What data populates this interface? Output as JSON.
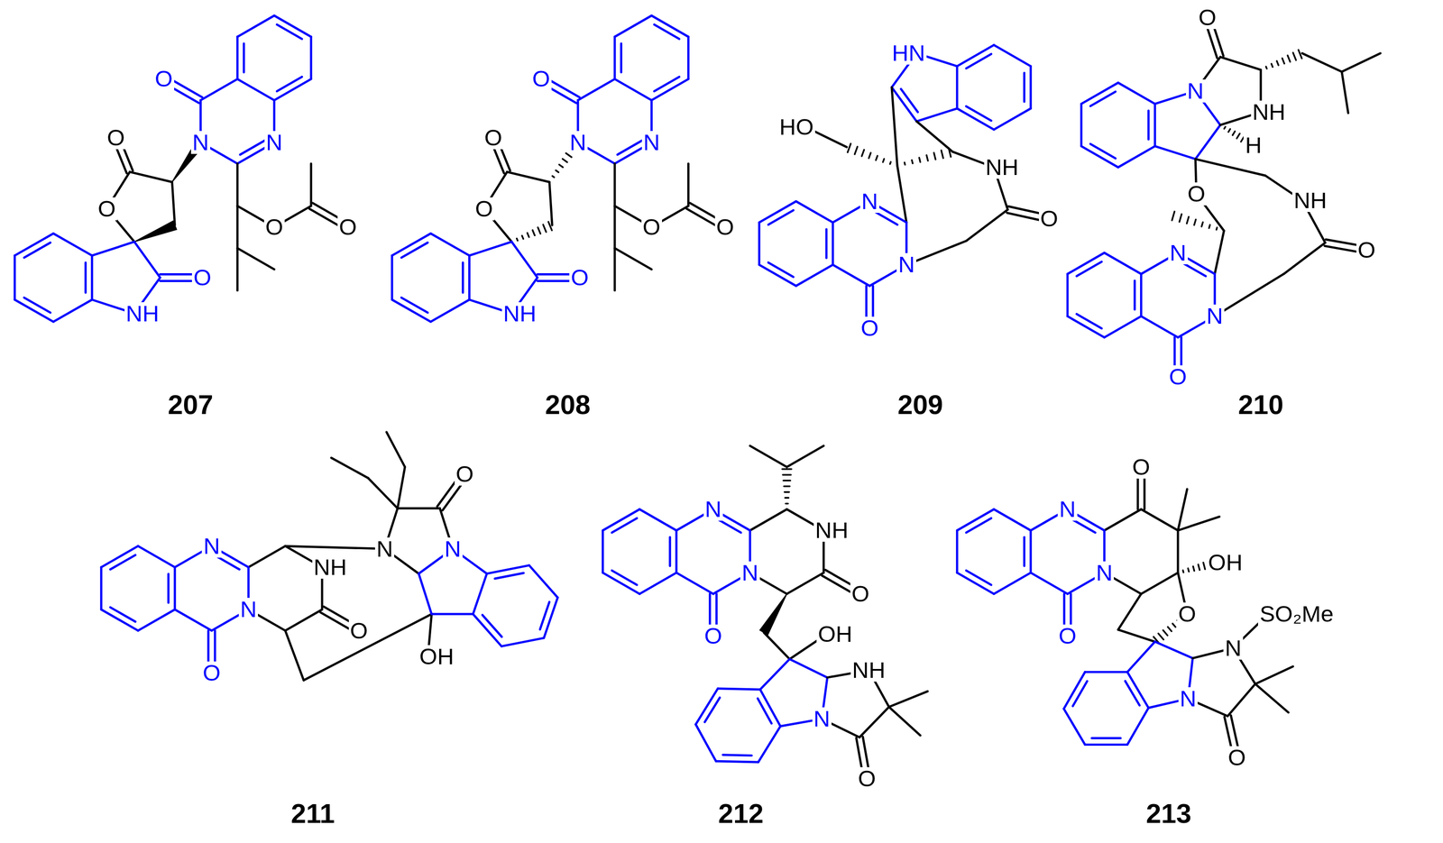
{
  "diagram": {
    "labels": [
      "O",
      "N",
      "N",
      "O",
      "O",
      "O",
      "O",
      "O",
      "NH",
      "207",
      "O",
      "N",
      "N",
      "O",
      "O",
      "O",
      "O",
      "O",
      "NH",
      "208",
      "HN",
      "HO",
      "NH",
      "O",
      "N",
      "N",
      "O",
      "209",
      "O",
      "N",
      "NH",
      "H",
      "O",
      "NH",
      "O",
      "N",
      "N",
      "O",
      "210",
      "N",
      "NH",
      "O",
      "N",
      "O",
      "N",
      "O",
      "N",
      "OH",
      "211",
      "N",
      "NH",
      "O",
      "N",
      "O",
      "OH",
      "NH",
      "N",
      "O",
      "212",
      "N",
      "N",
      "O",
      "O",
      "OH",
      "O",
      "SO₂Me",
      "N",
      "N",
      "O",
      "213"
    ]
  }
}
